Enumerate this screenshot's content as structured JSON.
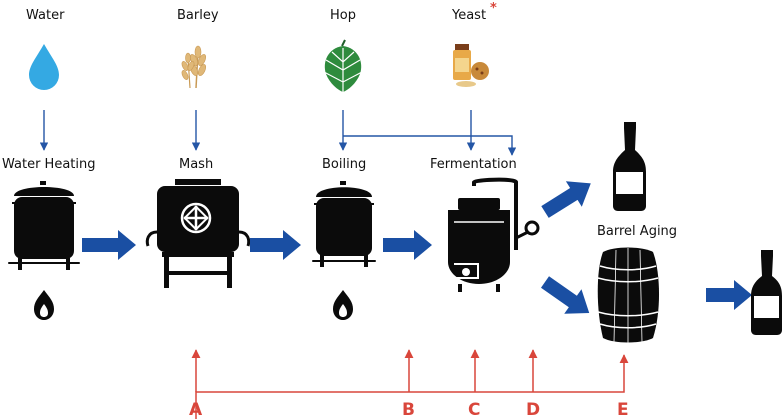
{
  "ingredients": {
    "water": "Water",
    "barley": "Barley",
    "hop": "Hop",
    "yeast": "Yeast",
    "yeast_mark": "*"
  },
  "stages": {
    "water_heating": "Water Heating",
    "mash": "Mash",
    "boiling": "Boiling",
    "fermentation": "Fermentation",
    "barrel_aging": "Barrel Aging"
  },
  "points": [
    "A",
    "B",
    "C",
    "D",
    "E"
  ],
  "colors": {
    "flow_arrow": "#1a4fa3",
    "feed_line": "#2456a6",
    "sample_line": "#d9463b",
    "water_drop": "#34a9e3",
    "hop_green": "#2e8b3d",
    "equipment": "#0b0b0b",
    "barley": "#e0b878",
    "yeast": "#c8893a"
  },
  "icons": [
    "water-drop-icon",
    "barley-icon",
    "hop-icon",
    "yeast-icon",
    "kettle-icon",
    "mash-tun-icon",
    "boil-kettle-icon",
    "fermenter-icon",
    "bottle-icon",
    "barrel-icon",
    "flame-icon"
  ]
}
